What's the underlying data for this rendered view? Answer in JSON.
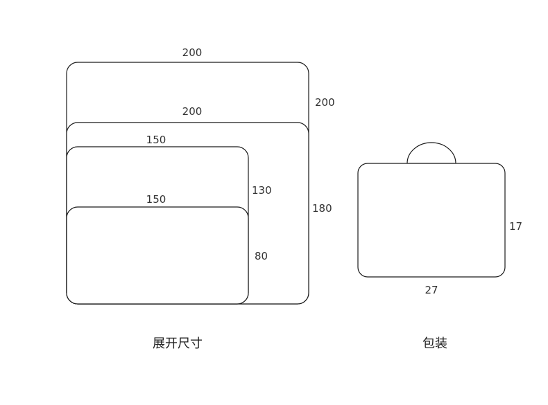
{
  "unfolded": {
    "caption": "展开尺寸",
    "outer_width": "200",
    "outer_height": "200",
    "large_width": "200",
    "large_height": "180",
    "medium_width": "150",
    "medium_height": "130",
    "small_width": "150",
    "small_height": "80"
  },
  "package": {
    "caption": "包装",
    "width": "27",
    "height": "17"
  }
}
